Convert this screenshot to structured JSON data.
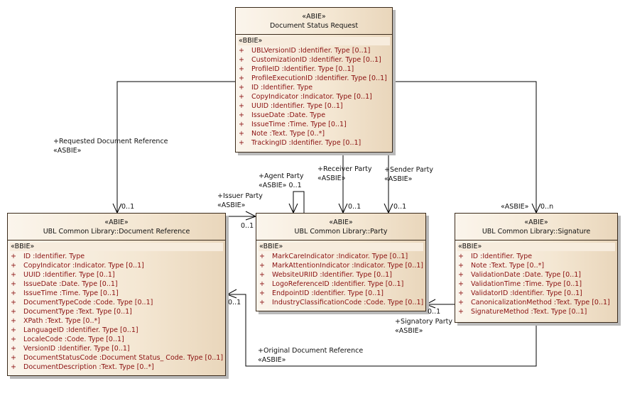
{
  "colors": {
    "attribute_text": "#8a1010",
    "box_border": "#3a2a1a",
    "box_fill_light": "#fbf5ec",
    "box_fill_dark": "#e9d6bb",
    "line": "#000000"
  },
  "classes": {
    "status_request": {
      "stereotype": "«ABIE»",
      "name": "Document Status Request",
      "section": "«BBIE»",
      "attributes": [
        "UBLVersionID  :Identifier. Type [0..1]",
        "CustomizationID  :Identifier. Type [0..1]",
        "ProfileID  :Identifier. Type [0..1]",
        "ProfileExecutionID  :Identifier. Type [0..1]",
        "ID  :Identifier. Type",
        "CopyIndicator  :Indicator. Type [0..1]",
        "UUID  :Identifier. Type [0..1]",
        "IssueDate  :Date. Type",
        "IssueTime  :Time. Type [0..1]",
        "Note  :Text. Type [0..*]",
        "TrackingID  :Identifier. Type [0..1]"
      ]
    },
    "document_reference": {
      "stereotype": "«ABIE»",
      "name": "UBL Common Library::Document Reference",
      "section": "«BBIE»",
      "attributes": [
        "ID  :Identifier. Type",
        "CopyIndicator  :Indicator. Type [0..1]",
        "UUID  :Identifier. Type [0..1]",
        "IssueDate  :Date. Type [0..1]",
        "IssueTime  :Time. Type [0..1]",
        "DocumentTypeCode  :Code. Type [0..1]",
        "DocumentType  :Text. Type [0..1]",
        "XPath  :Text. Type [0..*]",
        "LanguageID  :Identifier. Type [0..1]",
        "LocaleCode  :Code. Type [0..1]",
        "VersionID  :Identifier. Type [0..1]",
        "DocumentStatusCode  :Document Status_ Code. Type [0..1]",
        "DocumentDescription  :Text. Type [0..*]"
      ]
    },
    "party": {
      "stereotype": "«ABIE»",
      "name": "UBL Common Library::Party",
      "section": "«BBIE»",
      "attributes": [
        "MarkCareIndicator  :Indicator. Type [0..1]",
        "MarkAttentionIndicator  :Indicator. Type [0..1]",
        "WebsiteURIID  :Identifier. Type [0..1]",
        "LogoReferenceID  :Identifier. Type [0..1]",
        "EndpointID  :Identifier. Type [0..1]",
        "IndustryClassificationCode  :Code. Type [0..1]"
      ]
    },
    "signature": {
      "stereotype": "«ABIE»",
      "name": "UBL Common Library::Signature",
      "section": "«BBIE»",
      "attributes": [
        "ID  :Identifier. Type",
        "Note  :Text. Type [0..*]",
        "ValidationDate  :Date. Type [0..1]",
        "ValidationTime  :Time. Type [0..1]",
        "ValidatorID  :Identifier. Type [0..1]",
        "CanonicalizationMethod  :Text. Type [0..1]",
        "SignatureMethod  :Text. Type [0..1]"
      ]
    }
  },
  "plus_symbol": "+",
  "associations": {
    "requested_document_reference": {
      "role": "+Requested Document Reference",
      "stereotype": "«ASBIE»",
      "multiplicity": "0..1"
    },
    "issuer_party": {
      "role": "+Issuer Party",
      "stereotype": "«ASBIE»",
      "multiplicity": "0..1"
    },
    "agent_party": {
      "role": "+Agent Party",
      "stereotype": "«ASBIE»",
      "multiplicity": "0..1"
    },
    "receiver_party": {
      "role": "+Receiver Party",
      "stereotype": "«ASBIE»",
      "multiplicity": "0..1"
    },
    "sender_party": {
      "role": "+Sender Party",
      "stereotype": "«ASBIE»",
      "multiplicity": "0..1"
    },
    "signature": {
      "stereotype": "«ASBIE»",
      "multiplicity": "0..n"
    },
    "signatory_party": {
      "role": "+Signatory Party",
      "stereotype": "«ASBIE»",
      "multiplicity": "0..1"
    },
    "original_document_reference": {
      "role": "+Original Document Reference",
      "stereotype": "«ASBIE»",
      "multiplicity": "0..1"
    }
  }
}
